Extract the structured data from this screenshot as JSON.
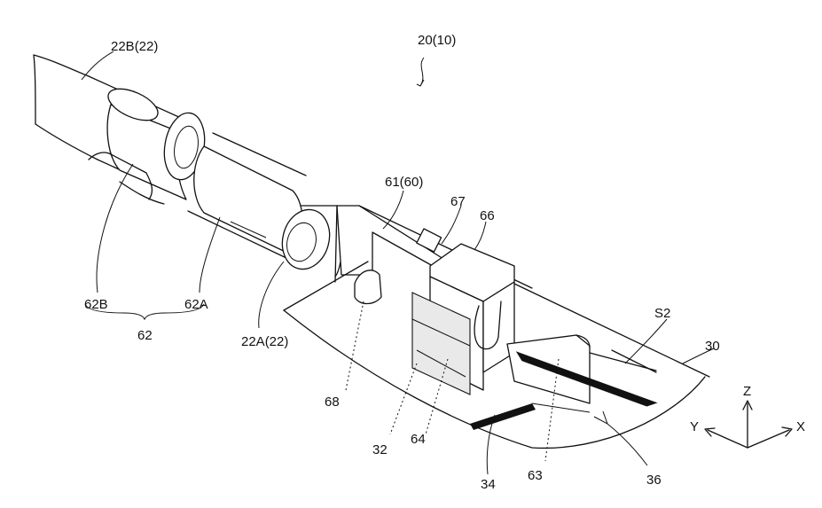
{
  "figure": {
    "labels": {
      "l_20_10": "20(10)",
      "l_22B_22": "22B(22)",
      "l_61_60": "61(60)",
      "l_67": "67",
      "l_66": "66",
      "l_62B": "62B",
      "l_62A": "62A",
      "l_62": "62",
      "l_22A_22": "22A(22)",
      "l_68": "68",
      "l_32": "32",
      "l_64": "64",
      "l_34": "34",
      "l_63": "63",
      "l_36": "36",
      "l_S2": "S2",
      "l_30": "30"
    },
    "axes": {
      "z": "Z",
      "y": "Y",
      "x": "X"
    }
  }
}
